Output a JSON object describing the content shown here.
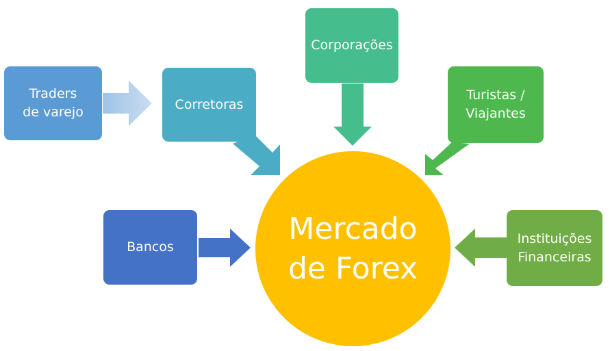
{
  "center": {
    "label": "Mercado\nde Forex",
    "color": "#FFC000"
  },
  "nodes": {
    "retail": {
      "label": "Traders\nde varejo",
      "color": "#5B9BD5"
    },
    "brokers": {
      "label": "Corretoras",
      "color": "#4BACC6"
    },
    "corporations": {
      "label": "Corporações",
      "color": "#46BD8C"
    },
    "tourists": {
      "label": "Turistas /\nViajantes",
      "color": "#4EB84F"
    },
    "banks": {
      "label": "Bancos",
      "color": "#4472C4"
    },
    "institutions": {
      "label": "Instituições\nFinanceiras",
      "color": "#70AD47"
    }
  }
}
